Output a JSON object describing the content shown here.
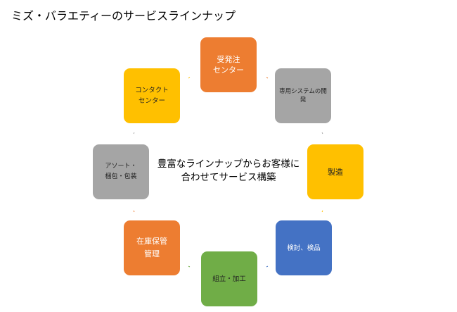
{
  "title": "ミズ・バラエティーのサービスラインナップ",
  "center_text": "豊富なラインナップからお客様に\n合わせてサービス構築",
  "nodes": [
    {
      "label": "受発注\nセンター",
      "color": "#ed7d31",
      "text_color": "#ffffff"
    },
    {
      "label": "専用システムの開発",
      "color": "#a5a5a5",
      "text_color": "#222222"
    },
    {
      "label": "製造",
      "color": "#ffc000",
      "text_color": "#222222"
    },
    {
      "label": "検討、検品",
      "color": "#4472c4",
      "text_color": "#ffffff"
    },
    {
      "label": "組立・加工",
      "color": "#70ad47",
      "text_color": "#222222"
    },
    {
      "label": "在庫保管\n管理",
      "color": "#ed7d31",
      "text_color": "#ffffff"
    },
    {
      "label": "アソート・\n梱包・包装",
      "color": "#a5a5a5",
      "text_color": "#222222"
    },
    {
      "label": "コンタクト\nセンター",
      "color": "#ffc000",
      "text_color": "#222222"
    }
  ]
}
